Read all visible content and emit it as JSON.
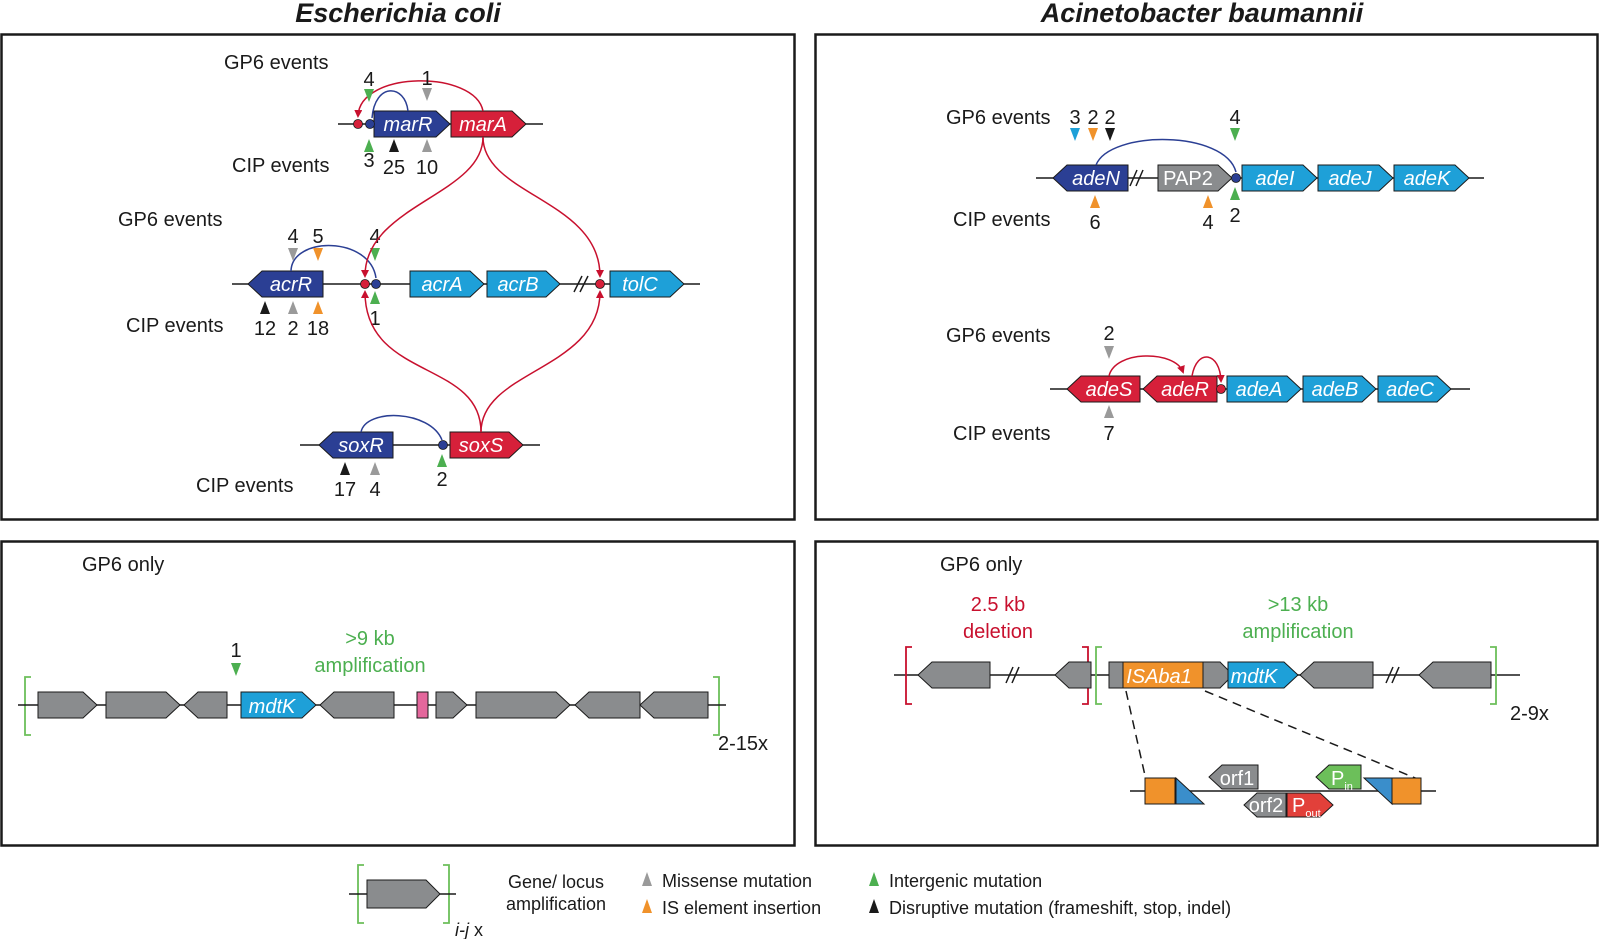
{
  "titles": {
    "left": "Escherichia coli",
    "right": "Acinetobacter baumannii"
  },
  "labels": {
    "gp6_events": "GP6 events",
    "cip_events": "CIP events",
    "gp6_only": "GP6 only"
  },
  "ecoli": {
    "genes": {
      "marR": "marR",
      "marA": "marA",
      "acrR": "acrR",
      "acrA": "acrA",
      "acrB": "acrB",
      "tolC": "tolC",
      "soxR": "soxR",
      "soxS": "soxS",
      "mdtK": "mdtK"
    },
    "counts": {
      "mar_gp6_green": "4",
      "mar_gp6_gray": "1",
      "mar_cip_green": "3",
      "mar_cip_black": "25",
      "mar_cip_gray": "10",
      "acr_gp6_gray": "4",
      "acr_gp6_orange": "5",
      "acr_gp6_green": "4",
      "acr_cip_black": "12",
      "acr_cip_gray": "2",
      "acr_cip_orange": "18",
      "acr_cip_green": "1",
      "sox_cip_black": "17",
      "sox_cip_gray": "4",
      "sox_cip_green": "2",
      "mdt_gp6_green": "1"
    },
    "amplification": {
      "size": ">9 kb",
      "word": "amplification",
      "fold": "2-15x"
    }
  },
  "abaum": {
    "genes": {
      "adeN": "adeN",
      "PAP2": "PAP2",
      "adeI": "adeI",
      "adeJ": "adeJ",
      "adeK": "adeK",
      "adeS": "adeS",
      "adeR": "adeR",
      "adeA": "adeA",
      "adeB": "adeB",
      "adeC": "adeC",
      "ISAba1": "ISAba1",
      "mdtK": "mdtK",
      "orf1": "orf1",
      "orf2": "orf2",
      "Pin": "P",
      "Pin_sub": "in",
      "Pout": "P",
      "Pout_sub": "out"
    },
    "counts": {
      "aden_gp6_blue": "3",
      "aden_gp6_orange": "2",
      "aden_gp6_black": "2",
      "aden_gp6_green": "4",
      "aden_cip_orange1": "6",
      "aden_cip_orange2": "4",
      "aden_cip_green": "2",
      "ades_gp6_gray": "2",
      "ades_cip_gray": "7"
    },
    "deletion": {
      "size": "2.5 kb",
      "word": "deletion"
    },
    "amplification": {
      "size": ">13 kb",
      "word": "amplification",
      "fold": "2-9x"
    }
  },
  "legend": {
    "amp_line1": "Gene/ locus",
    "amp_line2": "amplification",
    "range": "i-j",
    "range_suffix": " x",
    "missense": "Missense mutation",
    "is_insertion": "IS element insertion",
    "intergenic": "Intergenic mutation",
    "disruptive": "Disruptive mutation (frameshift, stop, indel)"
  },
  "colors": {
    "regulator_dark_blue": "#2b3f94",
    "activator_red": "#d6203a",
    "pump_light_blue": "#1ea0d8",
    "other_gray": "#8a8c8e",
    "is_orange": "#f0922b",
    "promoter_green": "#6cbf5a",
    "missense_gray": "#9a9a9a",
    "intergenic_green": "#4caf50",
    "disruptive_black": "#1a1a1a",
    "amplification_green": "#6cbf5a",
    "deletion_red": "#c8102e",
    "pink_small_gene": "#e4679c"
  }
}
